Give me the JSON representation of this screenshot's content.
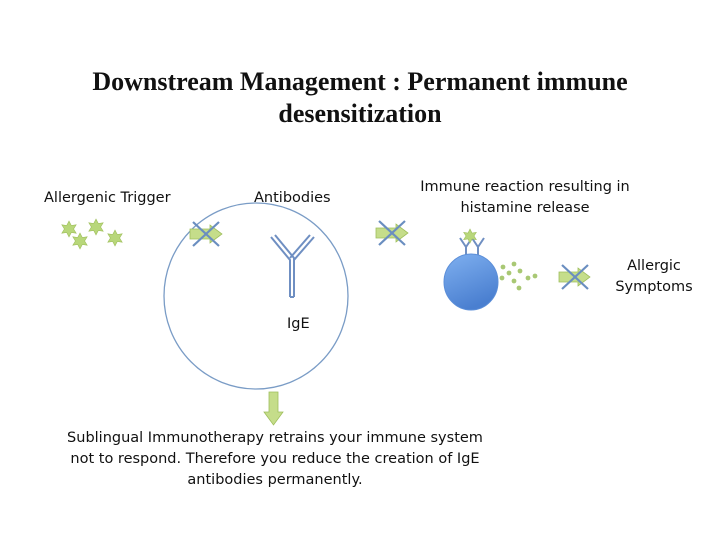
{
  "title": {
    "line1": "Downstream Management : Permanent immune",
    "line2": "desensitization"
  },
  "labels": {
    "allergenic_trigger": "Allergenic Trigger",
    "antibodies": "Antibodies",
    "ige": "IgE",
    "immune_reaction_line1": "Immune reaction resulting in",
    "immune_reaction_line2": "histamine release",
    "allergic_line1": "Allergic",
    "allergic_line2": "Symptoms"
  },
  "caption": {
    "line1": "Sublingual Immunotherapy retrains your immune system",
    "line2": "not to respond.  Therefore you reduce the creation of IgE",
    "line3": "antibodies permanently."
  },
  "colors": {
    "arrow_green": "#c5dd8a",
    "arrow_green_dark": "#9fbf5c",
    "star_green": "#b8d77a",
    "cross_blue": "#6a8ec0",
    "circle_stroke": "#7a9cc6",
    "cell_fill": "#5b8ed8",
    "antibody_blue": "#6f8fc2",
    "dot_green": "#a9c874"
  }
}
